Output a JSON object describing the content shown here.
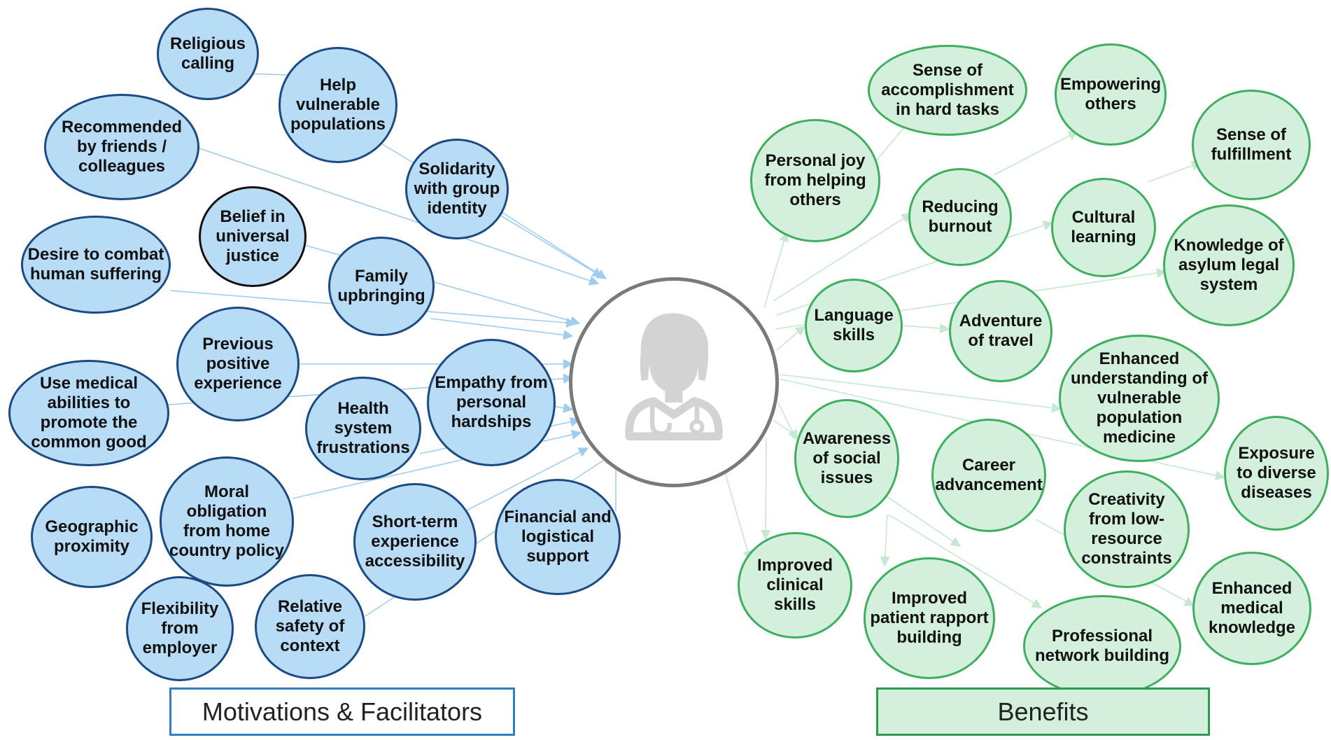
{
  "colors": {
    "motivation_fill": "#b9dcf6",
    "motivation_border": "#1b4a82",
    "benefit_fill": "#d2f0dc",
    "benefit_border": "#3fae5e",
    "center_border": "#7a7a7a",
    "icon_gray": "#d3d3d3"
  },
  "center": {
    "icon": "doctor-icon"
  },
  "categories": {
    "motivations": "Motivations & Facilitators",
    "benefits": "Benefits"
  },
  "motivations": [
    {
      "id": "religious-calling",
      "label": "Religious calling"
    },
    {
      "id": "help-vulnerable-populations",
      "label": "Help vulnerable populations"
    },
    {
      "id": "recommended-by-friends",
      "label": "Recommended by friends / colleagues"
    },
    {
      "id": "solidarity-with-group-identity",
      "label": "Solidarity with group identity"
    },
    {
      "id": "belief-in-universal-justice",
      "label": "Belief in universal justice"
    },
    {
      "id": "desire-to-combat-human-suffering",
      "label": "Desire to combat human suffering"
    },
    {
      "id": "family-upbringing",
      "label": "Family upbringing"
    },
    {
      "id": "previous-positive-experience",
      "label": "Previous positive experience"
    },
    {
      "id": "use-medical-abilities",
      "label": "Use medical abilities to promote the common good"
    },
    {
      "id": "empathy-from-personal-hardships",
      "label": "Empathy from personal hardships"
    },
    {
      "id": "health-system-frustrations",
      "label": "Health system frustrations"
    },
    {
      "id": "moral-obligation",
      "label": "Moral obligation from home country policy"
    },
    {
      "id": "geographic-proximity",
      "label": "Geographic proximity"
    },
    {
      "id": "short-term-experience-accessibility",
      "label": "Short-term experience accessibility"
    },
    {
      "id": "financial-and-logistical-support",
      "label": "Financial and logistical support"
    },
    {
      "id": "flexibility-from-employer",
      "label": "Flexibility from employer"
    },
    {
      "id": "relative-safety-of-context",
      "label": "Relative safety of context"
    }
  ],
  "benefits": [
    {
      "id": "sense-of-accomplishment",
      "label": "Sense of accomplishment in hard tasks"
    },
    {
      "id": "empowering-others",
      "label": "Empowering others"
    },
    {
      "id": "sense-of-fulfillment",
      "label": "Sense of fulfillment"
    },
    {
      "id": "personal-joy",
      "label": "Personal joy from helping others"
    },
    {
      "id": "reducing-burnout",
      "label": "Reducing burnout"
    },
    {
      "id": "cultural-learning",
      "label": "Cultural learning"
    },
    {
      "id": "knowledge-of-asylum-legal-system",
      "label": "Knowledge of asylum legal system"
    },
    {
      "id": "language-skills",
      "label": "Language skills"
    },
    {
      "id": "adventure-of-travel",
      "label": "Adventure of travel"
    },
    {
      "id": "enhanced-understanding",
      "label": "Enhanced understanding of vulnerable population medicine"
    },
    {
      "id": "awareness-of-social-issues",
      "label": "Awareness of social issues"
    },
    {
      "id": "career-advancement",
      "label": "Career advancement"
    },
    {
      "id": "exposure-to-diverse-diseases",
      "label": "Exposure to diverse diseases"
    },
    {
      "id": "creativity-from-low-resource-constraints",
      "label": "Creativity from low-resource constraints"
    },
    {
      "id": "improved-clinical-skills",
      "label": "Improved clinical skills"
    },
    {
      "id": "improved-patient-rapport-building",
      "label": "Improved patient rapport building"
    },
    {
      "id": "professional-network-building",
      "label": "Professional network building"
    },
    {
      "id": "enhanced-medical-knowledge",
      "label": "Enhanced medical knowledge"
    }
  ]
}
